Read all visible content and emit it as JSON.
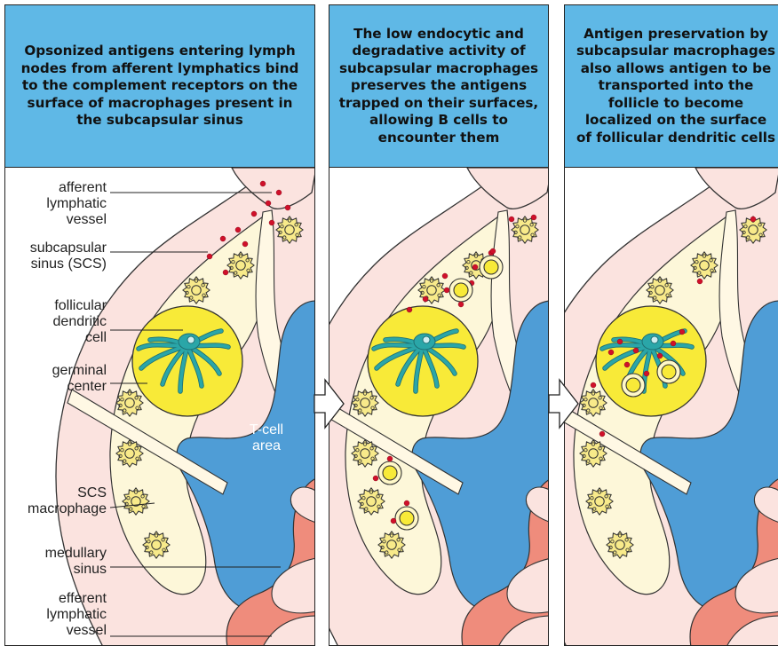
{
  "panels": [
    {
      "caption": "Opsonized antigens entering lymph nodes from afferent lymphatics bind to the complement receptors on the surface of macrophages present in the subcapsular sinus"
    },
    {
      "caption": "The low endocytic and degradative activity of subcapsular macrophages preserves the antigens trapped on their surfaces, allowing B cells to encounter them"
    },
    {
      "caption": "Antigen preservation by subcapsular macrophages also allows antigen to be transported into the follicle to become localized on the surface of follicular dendritic cells"
    }
  ],
  "labels": {
    "afferent": "afferent lymphatic vessel",
    "scs": "subcapsular sinus (SCS)",
    "fdc": "follicular dendritic cell",
    "germinal": "germinal center",
    "tcell": "T-cell area",
    "macrophage": "SCS macrophage",
    "medullary": "medullary sinus",
    "efferent": "efferent lymphatic vessel"
  },
  "colors": {
    "header": "#5fb8e6",
    "capsule": "#fbe3df",
    "follicle": "#fdf7d9",
    "germinal_center": "#f8ea38",
    "t_cell_area": "#4f9dd6",
    "medulla": "#ef8c7c",
    "antigen": "#d0102a",
    "fdc": "#2aa6a8",
    "macrophage": "#f8ea8a"
  }
}
